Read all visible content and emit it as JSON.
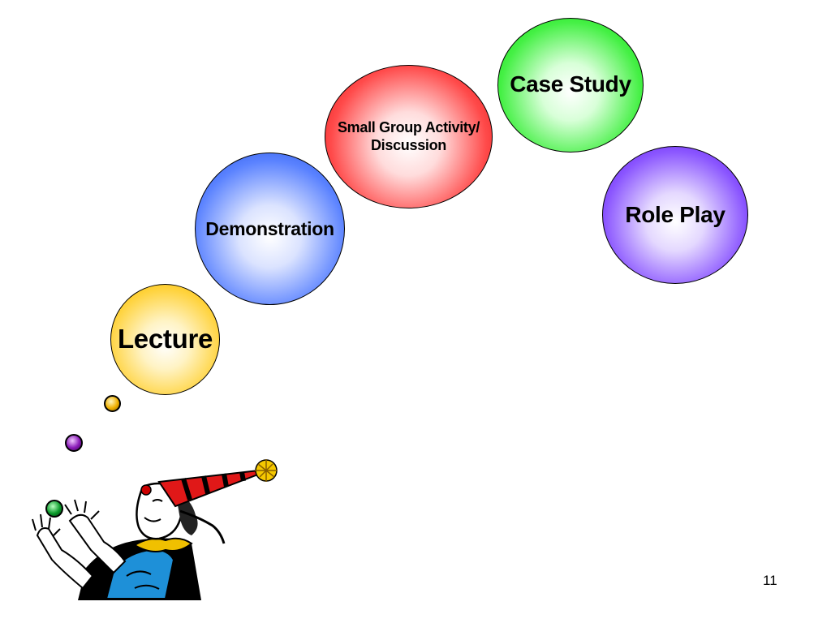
{
  "bubbles": {
    "lecture": {
      "label": "Lecture",
      "color": "#f5b800"
    },
    "demonstration": {
      "label": "Demonstration",
      "color": "#1f4fe0"
    },
    "small_group": {
      "line1": "Small Group Activity/",
      "line2": "Discussion",
      "color": "#e01010"
    },
    "case_study": {
      "label": "Case Study",
      "color": "#12d812"
    },
    "role_play": {
      "label": "Role Play",
      "color": "#5a12e6"
    }
  },
  "balls": {
    "yellow": "#f0b000",
    "purple": "#8a1ab8",
    "green": "#0a9a2a"
  },
  "page_number": "11"
}
